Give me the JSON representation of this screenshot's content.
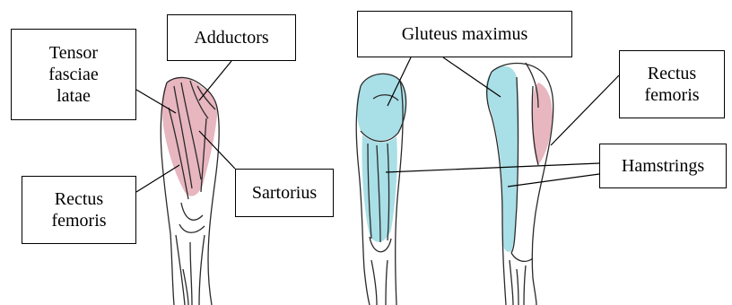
{
  "labels": {
    "tensor_fasciae_latae": "Tensor\nfasciae\nlatae",
    "adductors": "Adductors",
    "rectus_femoris_left": "Rectus\nfemoris",
    "sartorius": "Sartorius",
    "gluteus_maximus": "Gluteus maximus",
    "rectus_femoris_right": "Rectus\nfemoris",
    "hamstrings": "Hamstrings"
  },
  "colors": {
    "quadriceps_fill": "#e8b6bf",
    "hamstring_fill": "#a9dfe6",
    "outline": "#2a2a2a",
    "leader_line": "#000000"
  }
}
